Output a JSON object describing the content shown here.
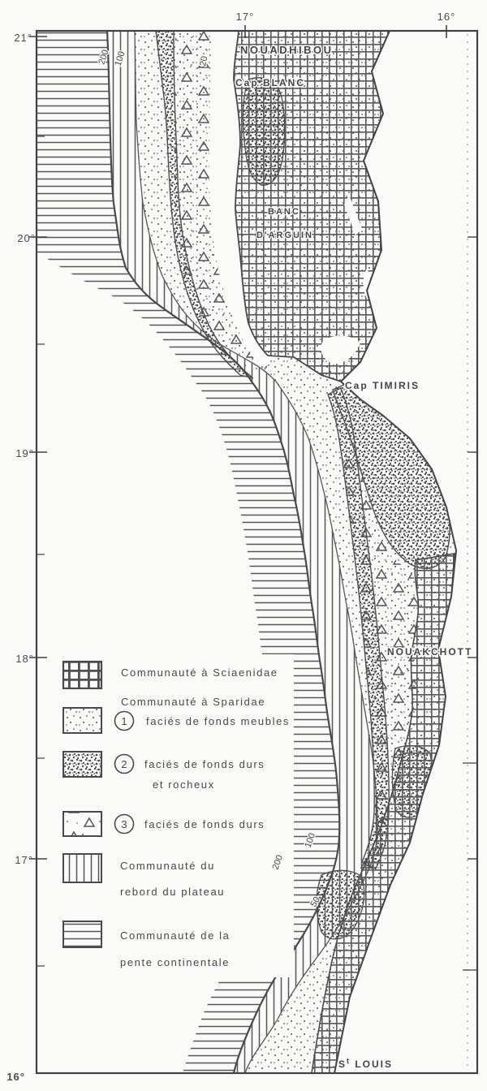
{
  "map": {
    "x_axis_labels": [
      "17°",
      "16°"
    ],
    "y_axis_labels": [
      "21°",
      "20°",
      "19°",
      "18°",
      "17°",
      "16°"
    ],
    "places": {
      "nouadhibou": "NOUADHIBOU",
      "cap_blanc": "Cap BLANC",
      "banc_line1": "BANC",
      "banc_line2": "D'ARGUIN",
      "cap_timiris": "Cap TIMIRIS",
      "nouakchott": "NOUAKCHOTT",
      "st_louis_pre": "S",
      "st_louis_sup": "t",
      "st_louis_rest": " LOUIS"
    },
    "depth_labels": {
      "d200": "200",
      "d100": "100",
      "d50": "50",
      "d20": "20"
    }
  },
  "legend": {
    "items": [
      {
        "swatch": "grid",
        "label": "Communauté à Sciaenidae"
      },
      {
        "swatch": "none",
        "label": "Communauté à Sparidae"
      },
      {
        "swatch": "dots-light",
        "num": "1",
        "label": "faciés de fonds meubles"
      },
      {
        "swatch": "dots-dense",
        "num": "2",
        "label": "faciés de fonds durs",
        "label2": "et rocheux"
      },
      {
        "swatch": "triangles",
        "num": "3",
        "label": "faciés de fonds durs"
      },
      {
        "swatch": "vlines",
        "label": "Communauté du",
        "label2": "rebord du plateau"
      },
      {
        "swatch": "hlines",
        "label": "Communauté de la",
        "label2": "pente continentale"
      }
    ]
  },
  "colors": {
    "ink": "#474747",
    "paper": "#fafaf8"
  }
}
